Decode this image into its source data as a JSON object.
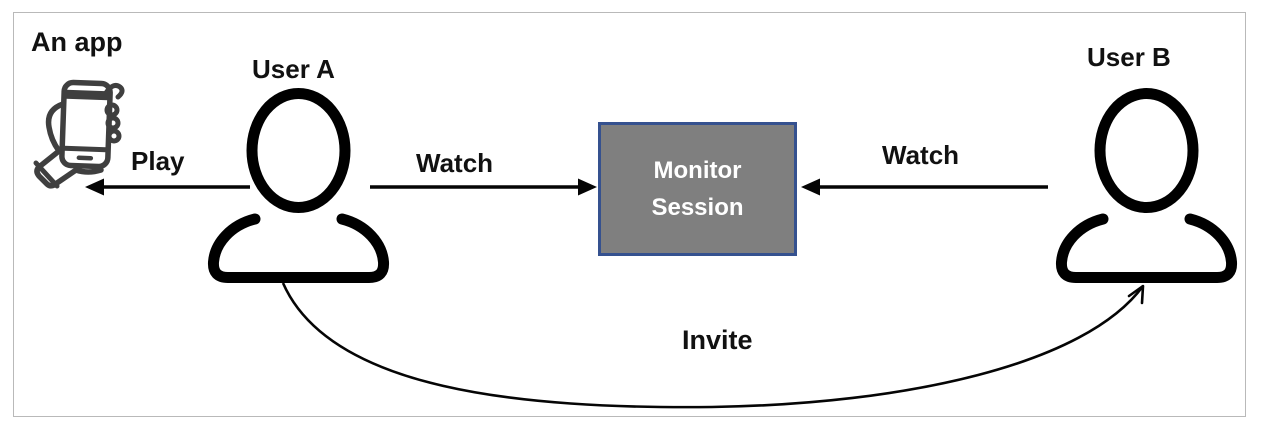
{
  "diagram": {
    "app": {
      "label": "An app"
    },
    "users": {
      "a": {
        "label": "User A"
      },
      "b": {
        "label": "User B"
      }
    },
    "monitor_box": {
      "lines": [
        "Monitor",
        "Session"
      ],
      "fill_color": "#7f7f7f",
      "border_color": "#35518f",
      "text_color": "#ffffff"
    },
    "arrows": {
      "play": {
        "label": "Play",
        "from": "User A",
        "to": "An app",
        "direction": "left"
      },
      "watch_a": {
        "label": "Watch",
        "from": "User A",
        "to": "Monitor Session",
        "direction": "right"
      },
      "watch_b": {
        "label": "Watch",
        "from": "User B",
        "to": "Monitor Session",
        "direction": "left"
      },
      "invite": {
        "label": "Invite",
        "from": "User A",
        "to": "User B",
        "style": "curved"
      }
    },
    "colors": {
      "frame_border": "#b9b9b9",
      "arrow": "#050505",
      "person_icon": "#000000",
      "app_icon": "#3f3f3f",
      "label_text": "#111111"
    }
  }
}
